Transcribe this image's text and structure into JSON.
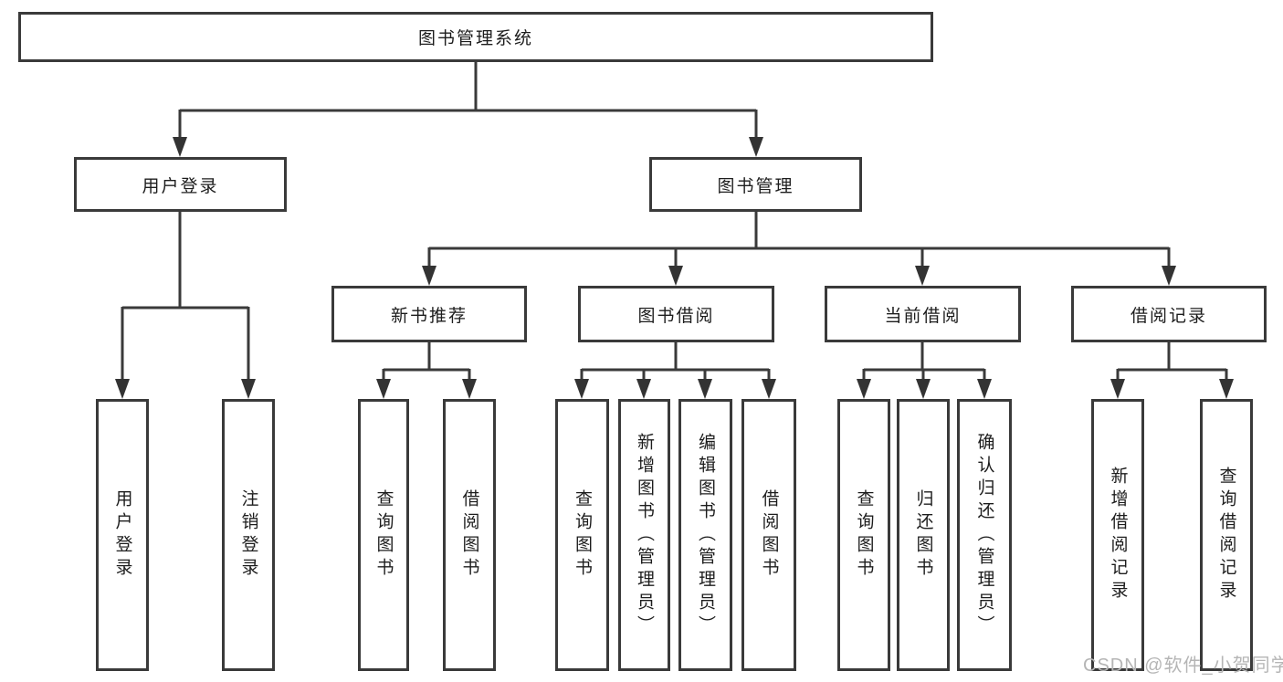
{
  "tree": {
    "root": "图书管理系统",
    "branches": [
      {
        "label": "用户登录",
        "children": [
          "用户登录",
          "注销登录"
        ]
      },
      {
        "label": "图书管理",
        "groups": [
          {
            "label": "新书推荐",
            "children": [
              "查询图书",
              "借阅图书"
            ]
          },
          {
            "label": "图书借阅",
            "children": [
              "查询图书",
              "新增图书（管理员）",
              "编辑图书（管理员）",
              "借阅图书"
            ]
          },
          {
            "label": "当前借阅",
            "children": [
              "查询图书",
              "归还图书",
              "确认归还（管理员）"
            ]
          },
          {
            "label": "借阅记录",
            "children": [
              "新增借阅记录",
              "查询借阅记录"
            ]
          }
        ]
      }
    ]
  },
  "watermark": "CSDN @软件_小贺同学",
  "colors": {
    "line": "#3a3a3a",
    "text": "#1d1d1d",
    "watermark": "#b5b5b5",
    "box_background": "#ffffff"
  }
}
